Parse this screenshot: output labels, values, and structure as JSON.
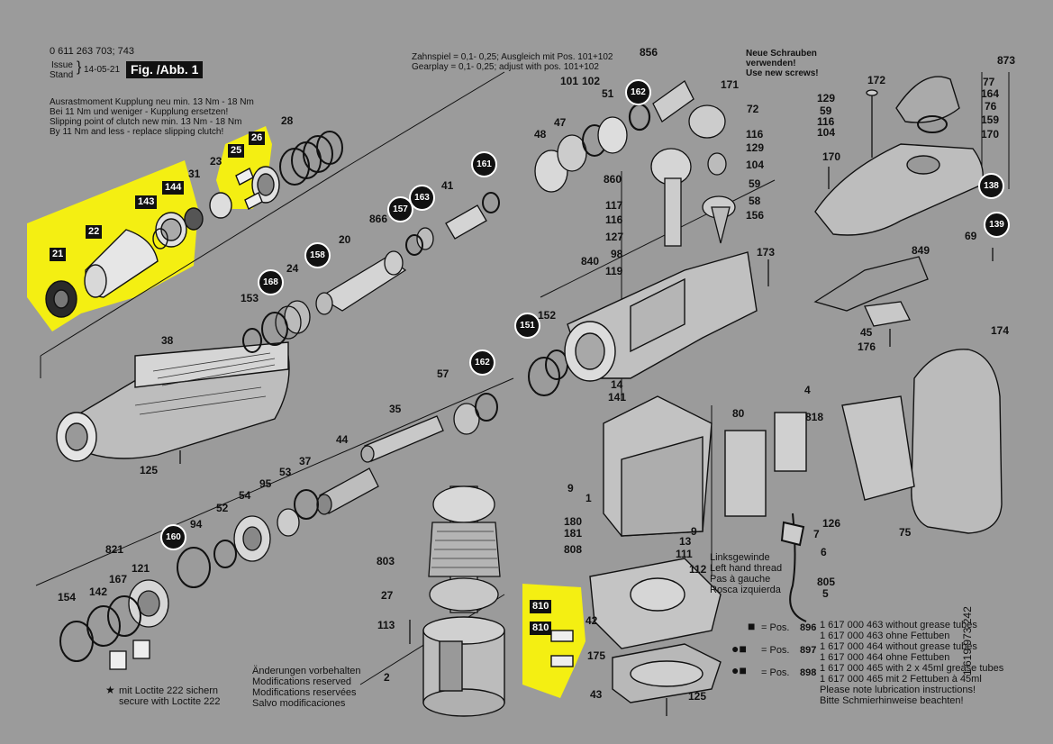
{
  "header": {
    "doc_number": "0 611 263 703; 743",
    "issue_label": "Issue",
    "stand_label": "Stand",
    "issue_date": "14-05-21",
    "fig_label": "Fig. /Abb. 1"
  },
  "notes": {
    "clutch": [
      "Ausrastmoment Kupplung neu min. 13 Nm - 18 Nm",
      "Bei 11 Nm und weniger - Kupplung ersetzen!",
      "Slipping point of clutch new min. 13 Nm - 18 Nm",
      "By 11 Nm and less - replace slipping clutch!"
    ],
    "gearplay": [
      "Zahnspiel = 0,1- 0,25; Ausgleich mit Pos. 101+102",
      "Gearplay  = 0,1- 0,25; adjust with pos. 101+102"
    ],
    "new_screws": [
      "Neue Schrauben",
      "verwenden!",
      "Use new screws!"
    ],
    "thread": [
      "Linksgewinde",
      "Left hand thread",
      "Pas à gauche",
      "Rosca izquierda"
    ],
    "changes": [
      "Änderungen vorbehalten",
      "Modifications reserved",
      "Modifications reservées",
      "Salvo modificaciones"
    ],
    "loctite": [
      "mit Loctite 222 sichern",
      "secure with Loctite 222"
    ],
    "side_code": "1 619 973 242"
  },
  "legend": [
    {
      "symbol": "■",
      "pos_label": "= Pos.",
      "pos": "896",
      "lines": [
        "1 617 000 463 without grease tubes",
        "1 617 000 463 ohne Fettuben"
      ]
    },
    {
      "symbol": "●■",
      "pos_label": "= Pos.",
      "pos": "897",
      "lines": [
        "1 617 000 464 without grease tubes",
        "1 617 000 464 ohne Fettuben"
      ]
    },
    {
      "symbol": "●■",
      "pos_label": "= Pos.",
      "pos": "898",
      "lines": [
        "1 617 000 465 with 2 x 45ml grease tubes",
        "1 617 000 465 mit 2 Fettuben à 45ml",
        "Please note lubrication instructions!",
        "Bitte Schmierhinweise beachten!"
      ]
    }
  ],
  "plain_labels": [
    "856",
    "101",
    "102",
    "51",
    "47",
    "48",
    "171",
    "72",
    "129",
    "59",
    "116",
    "104",
    "116",
    "129",
    "104",
    "59",
    "58",
    "156",
    "860",
    "117",
    "116",
    "127",
    "98",
    "840",
    "119",
    "873",
    "77",
    "164",
    "76",
    "159",
    "170",
    "172",
    "170",
    "69",
    "849",
    "45",
    "176",
    "174",
    "173",
    "28",
    "23",
    "31",
    "866",
    "41",
    "20",
    "24",
    "153",
    "38",
    "57",
    "35",
    "152",
    "14",
    "141",
    "9",
    "1",
    "180",
    "181",
    "808",
    "80",
    "4",
    "818",
    "125",
    "44",
    "37",
    "53",
    "54",
    "95",
    "52",
    "94",
    "821",
    "167",
    "142",
    "121",
    "154",
    "803",
    "27",
    "113",
    "2",
    "13",
    "111",
    "112",
    "42",
    "175",
    "43",
    "125",
    "126",
    "7",
    "6",
    "805",
    "5",
    "75",
    "9"
  ],
  "square_callouts": [
    "21",
    "22",
    "143",
    "144",
    "25",
    "26",
    "810",
    "810"
  ],
  "circle_callouts": [
    "162",
    "161",
    "157",
    "163",
    "158",
    "168",
    "151",
    "162",
    "160",
    "138",
    "139"
  ]
}
